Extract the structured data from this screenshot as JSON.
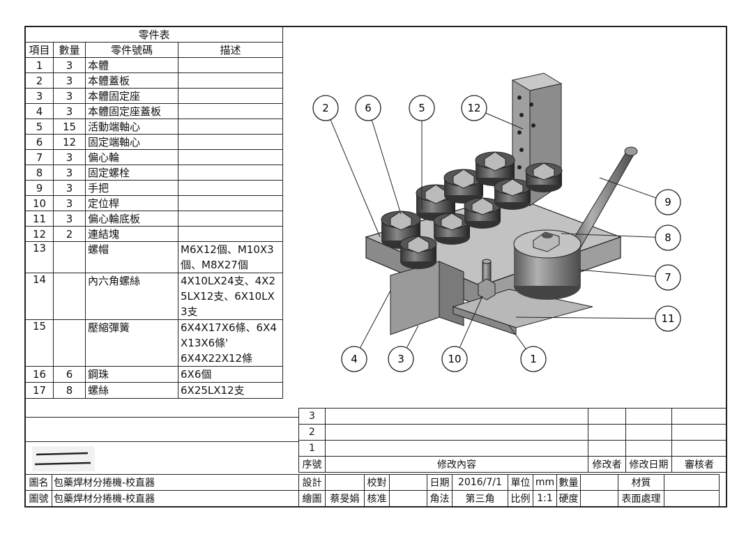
{
  "parts_table": {
    "title": "零件表",
    "headers": [
      "項目",
      "數量",
      "零件號碼",
      "描述"
    ],
    "rows": [
      {
        "item": "1",
        "qty": "3",
        "name": "本體",
        "desc": []
      },
      {
        "item": "2",
        "qty": "3",
        "name": "本體蓋板",
        "desc": []
      },
      {
        "item": "3",
        "qty": "3",
        "name": "本體固定座",
        "desc": []
      },
      {
        "item": "4",
        "qty": "3",
        "name": "本體固定座蓋板",
        "desc": []
      },
      {
        "item": "5",
        "qty": "15",
        "name": "活動端軸心",
        "desc": []
      },
      {
        "item": "6",
        "qty": "12",
        "name": "固定端軸心",
        "desc": []
      },
      {
        "item": "7",
        "qty": "3",
        "name": "偏心輪",
        "desc": []
      },
      {
        "item": "8",
        "qty": "3",
        "name": "固定螺栓",
        "desc": []
      },
      {
        "item": "9",
        "qty": "3",
        "name": "手把",
        "desc": []
      },
      {
        "item": "10",
        "qty": "3",
        "name": "定位桿",
        "desc": []
      },
      {
        "item": "11",
        "qty": "3",
        "name": "偏心輪底板",
        "desc": []
      },
      {
        "item": "12",
        "qty": "2",
        "name": "連結塊",
        "desc": []
      },
      {
        "item": "13",
        "qty": "",
        "name": "螺帽",
        "desc": [
          "M6X12個、M10X3",
          "個、M8X27個"
        ]
      },
      {
        "item": "14",
        "qty": "",
        "name": "內六角螺絲",
        "desc": [
          "4X10LX24支、4X2",
          "5LX12支、6X10LX",
          "3支"
        ]
      },
      {
        "item": "15",
        "qty": "",
        "name": "壓縮彈簧",
        "desc": [
          "6X4X17X6條、6X4",
          "X13X6條'",
          "6X4X22X12條"
        ]
      },
      {
        "item": "16",
        "qty": "6",
        "name": "鋼珠",
        "desc": [
          "6X6個"
        ]
      },
      {
        "item": "17",
        "qty": "8",
        "name": "螺絲",
        "desc": [
          "6X25LX12支"
        ]
      }
    ]
  },
  "revision_block": {
    "rows": [
      "3",
      "2",
      "1"
    ],
    "header": {
      "no": "序號",
      "content": "修改內容",
      "modifier": "修改者",
      "date": "修改日期",
      "reviewer": "審核者"
    }
  },
  "title_block": {
    "name_label": "圖名",
    "name_value": "包藥焊材分捲機-校直器",
    "number_label": "圖號",
    "number_value": "包藥焊材分捲機-校直器",
    "design_label": "設計",
    "check_label": "校對",
    "date_label": "日期",
    "date_value": "2016/7/1",
    "unit_label": "單位",
    "unit_value": "mm",
    "qty_label": "數量",
    "material_label": "材質",
    "draw_label": "繪圖",
    "drawer_value": "蔡旻娟",
    "approve_label": "核准",
    "angle_label": "角法",
    "angle_value": "第三角",
    "scale_label": "比例",
    "scale_value": "1:1",
    "hardness_label": "硬度",
    "surface_label": "表面處理"
  },
  "balloons": [
    "1",
    "2",
    "3",
    "4",
    "5",
    "6",
    "7",
    "8",
    "9",
    "10",
    "11",
    "12"
  ]
}
